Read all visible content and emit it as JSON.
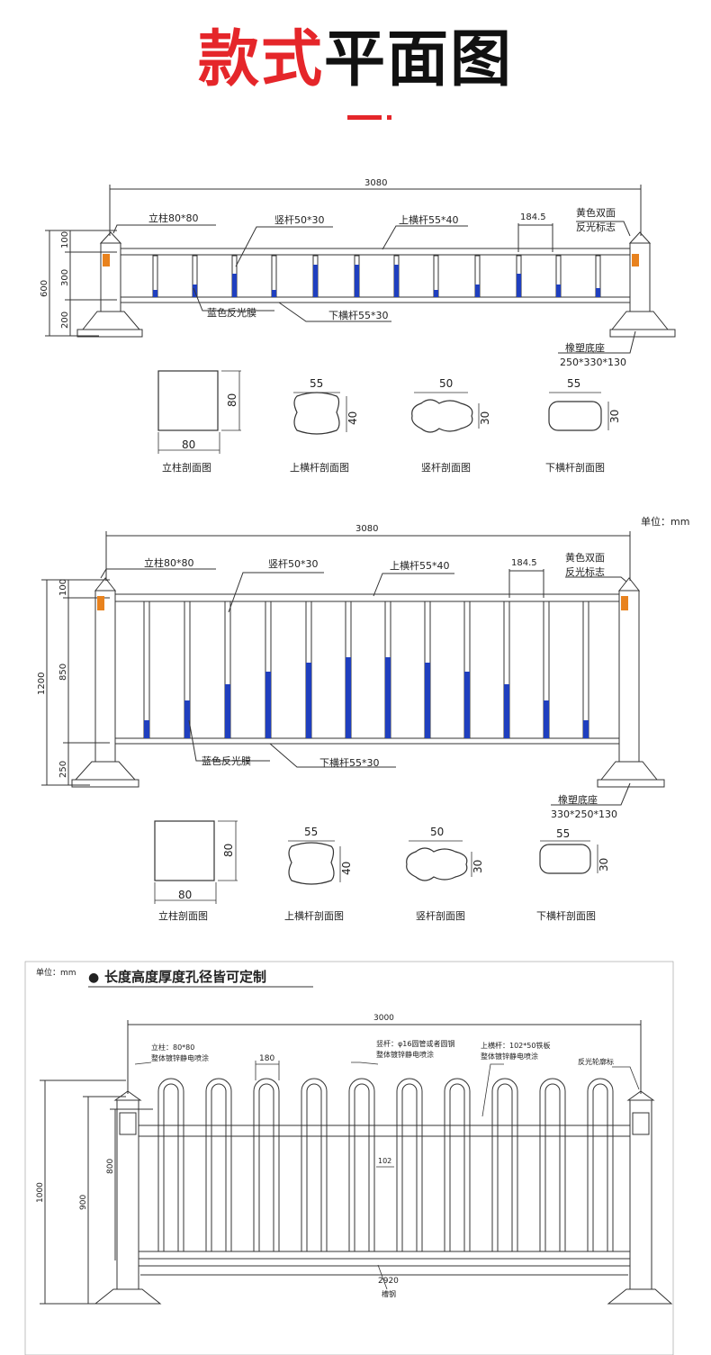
{
  "header": {
    "title_red": "款式",
    "title_black": "平面图"
  },
  "colors": {
    "accent": "#e5262a",
    "reflective_blue": "#1f3fbf",
    "reflective_orange": "#e8821e",
    "line": "#333333"
  },
  "drawing1": {
    "length": "3080",
    "height": "600",
    "h_top": "100",
    "h_mid": "300",
    "h_bot": "200",
    "label_post": "立柱80*80",
    "label_vbar": "竖杆50*30",
    "label_top_rail": "上横杆55*40",
    "label_spacing": "184.5",
    "label_reflector_1": "黄色双面",
    "label_reflector_2": "反光标志",
    "label_blue_film": "蓝色反光膜",
    "label_bottom_rail": "下横杆55*30",
    "label_base": "橡塑底座",
    "label_base_size": "250*330*130"
  },
  "sections1": [
    {
      "w": "80",
      "h": "80",
      "caption": "立柱剖面图"
    },
    {
      "w": "55",
      "h": "40",
      "caption": "上横杆剖面图"
    },
    {
      "w": "50",
      "h": "30",
      "caption": "竖杆剖面图"
    },
    {
      "w": "55",
      "h": "30",
      "caption": "下横杆剖面图"
    }
  ],
  "drawing2": {
    "unit": "单位：mm",
    "length": "3080",
    "height": "1200",
    "h_top": "100",
    "h_mid": "850",
    "h_bot": "250",
    "label_post": "立柱80*80",
    "label_vbar": "竖杆50*30",
    "label_top_rail": "上横杆55*40",
    "label_spacing": "184.5",
    "label_reflector_1": "黄色双面",
    "label_reflector_2": "反光标志",
    "label_blue_film": "蓝色反光膜",
    "label_bottom_rail": "下横杆55*30",
    "label_base": "橡塑底座",
    "label_base_size": "330*250*130"
  },
  "sections2": [
    {
      "w": "80",
      "h": "80",
      "caption": "立柱剖面图"
    },
    {
      "w": "55",
      "h": "40",
      "caption": "上横杆剖面图"
    },
    {
      "w": "50",
      "h": "30",
      "caption": "竖杆剖面图"
    },
    {
      "w": "55",
      "h": "30",
      "caption": "下横杆剖面图"
    }
  ],
  "drawing3": {
    "unit": "单位：mm",
    "custom_note": "长度高度厚度孔径皆可定制",
    "length": "3000",
    "inner_length": "2920",
    "loop_width": "180",
    "gap": "102",
    "h_total": "1000",
    "h_900": "900",
    "h_800": "800",
    "label_post_1": "立柱：80*80",
    "label_post_2": "整体镀锌静电喷涂",
    "label_vbar_1": "竖杆：φ16圆管或者圆钢",
    "label_vbar_2": "整体镀锌静电喷涂",
    "label_top_rail_1": "上横杆：102*50铁板",
    "label_top_rail_2": "整体镀锌静电喷涂",
    "label_reflector": "反光轮廓标",
    "label_bottom": "槽钢"
  }
}
